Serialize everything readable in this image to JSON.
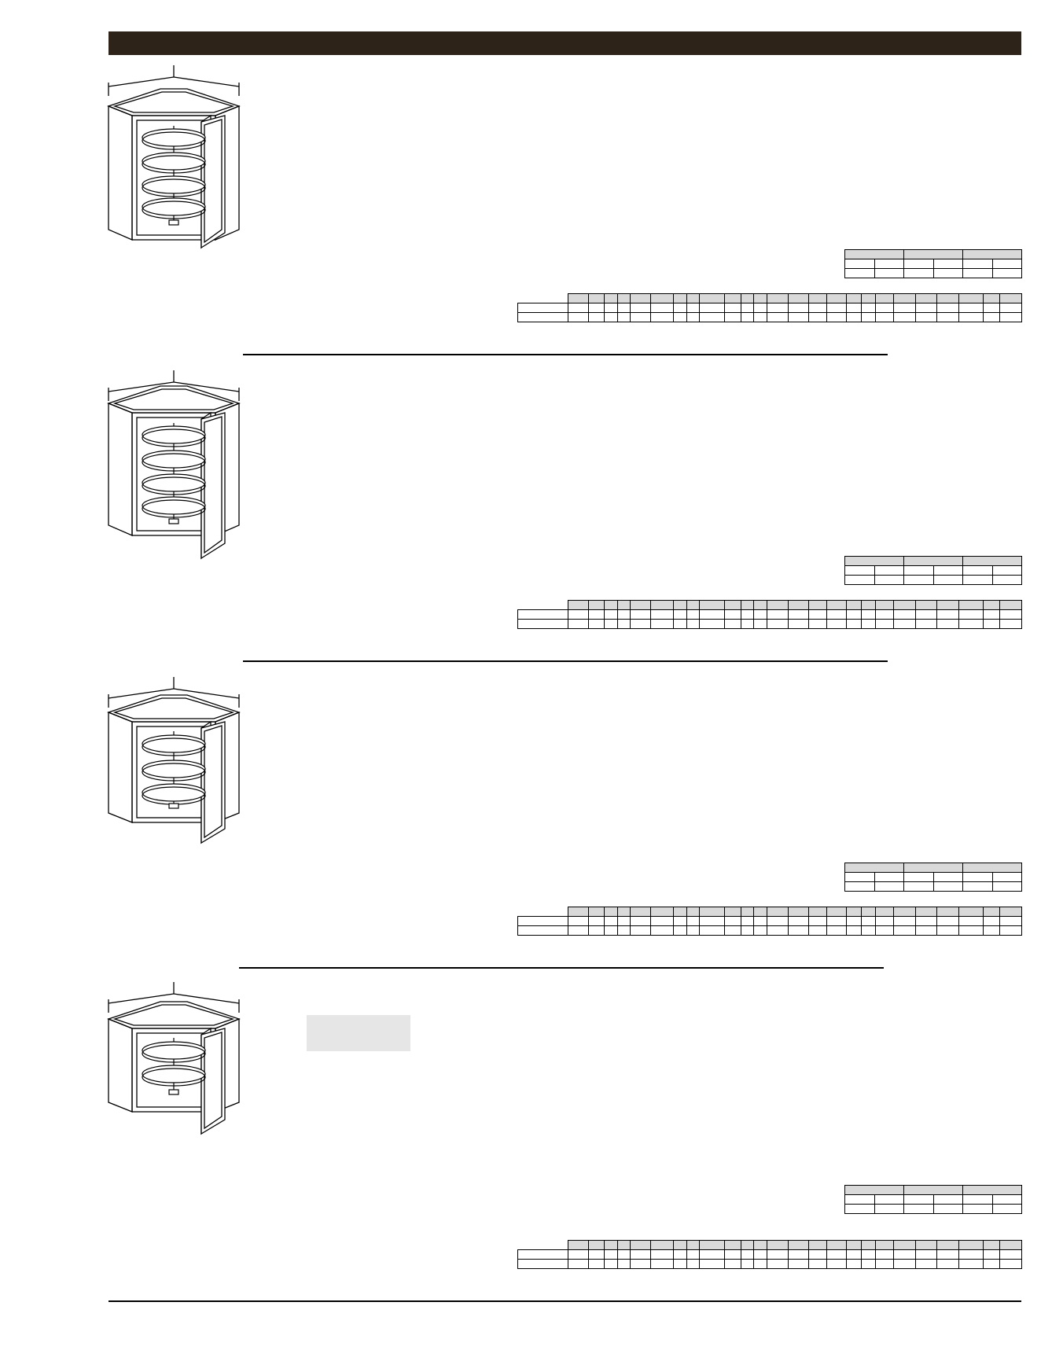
{
  "page": {
    "header_bar_color": "#2e2318",
    "badge_color": "#e6e6e6",
    "grid_header_color": "#d9d9d9"
  },
  "sections": [
    {
      "id": "cabinet-1",
      "lazy_susan_trays": 4,
      "spec_table": {
        "groups": 3,
        "subcolumns": 6
      },
      "price_table": {
        "columns": 25,
        "rows": 2
      }
    },
    {
      "id": "cabinet-2",
      "lazy_susan_trays": 4,
      "spec_table": {
        "groups": 3,
        "subcolumns": 6
      },
      "price_table": {
        "columns": 25,
        "rows": 2
      }
    },
    {
      "id": "cabinet-3",
      "lazy_susan_trays": 3,
      "spec_table": {
        "groups": 3,
        "subcolumns": 6
      },
      "price_table": {
        "columns": 25,
        "rows": 2
      }
    },
    {
      "id": "cabinet-4",
      "lazy_susan_trays": 2,
      "spec_table": {
        "groups": 3,
        "subcolumns": 6
      },
      "price_table": {
        "columns": 25,
        "rows": 2
      },
      "has_badge": true
    }
  ]
}
